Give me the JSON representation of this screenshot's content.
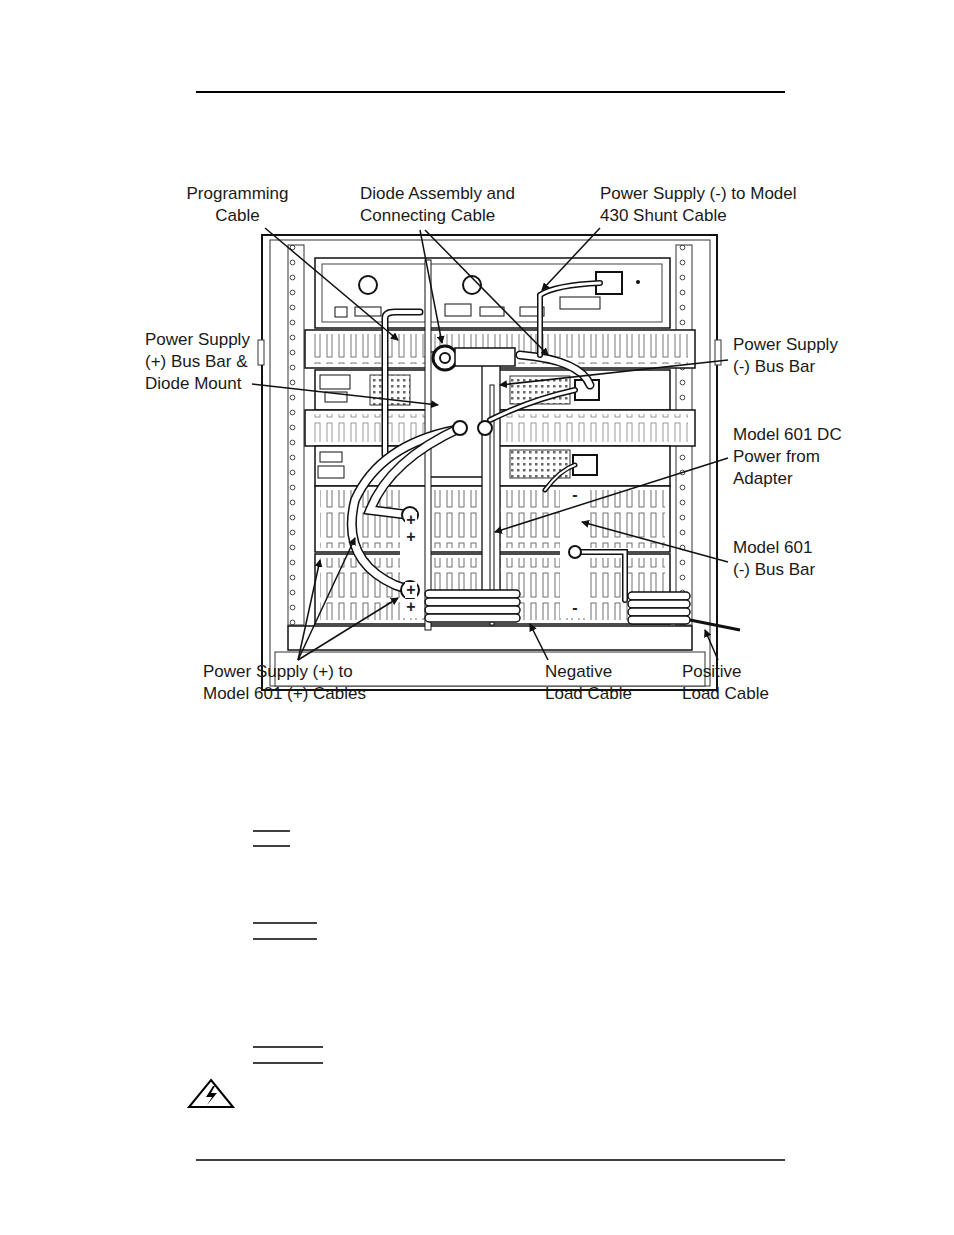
{
  "diagram": {
    "labels": [
      "Programming Cable",
      "Diode Assembly and Connecting Cable",
      "Power Supply (-) to Model 430 Shunt Cable",
      "Power Supply (+) Bus Bar & Diode Mount",
      "Power Supply (-) Bus Bar",
      "Model 601 DC Power from Adapter",
      "Model 601 (-) Bus Bar",
      "Power Supply (+) to Model 601 (+) Cables",
      "Negative Load Cable",
      "Positive Load Cable",
      "+",
      "+",
      "+",
      "+",
      "-",
      "-"
    ]
  }
}
